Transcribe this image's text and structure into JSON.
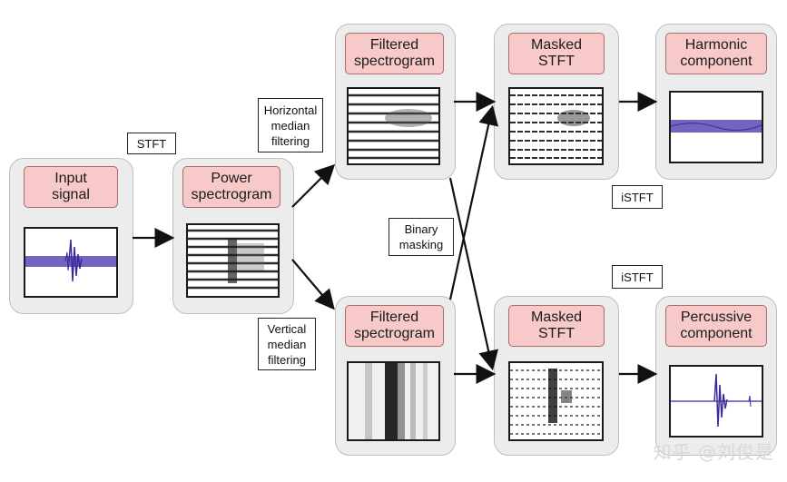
{
  "nodes": {
    "input_signal": "Input\nsignal",
    "power_spectrogram": "Power\nspectrogram",
    "filtered_top": "Filtered\nspectrogram",
    "filtered_bottom": "Filtered\nspectrogram",
    "masked_top": "Masked\nSTFT",
    "masked_bottom": "Masked\nSTFT",
    "harmonic": "Harmonic\ncomponent",
    "percussive": "Percussive\ncomponent"
  },
  "annotations": {
    "stft": "STFT",
    "horizontal_filtering": "Horizontal\nmedian\nfiltering",
    "vertical_filtering": "Vertical\nmedian\nfiltering",
    "binary_masking": "Binary\nmasking",
    "istft_top": "iSTFT",
    "istft_bottom": "iSTFT"
  },
  "watermark": "知乎 @刘俊是",
  "colors": {
    "label_fill": "#f7c9c9",
    "card_fill": "#ececec",
    "waveform": "#4b3ba8"
  }
}
